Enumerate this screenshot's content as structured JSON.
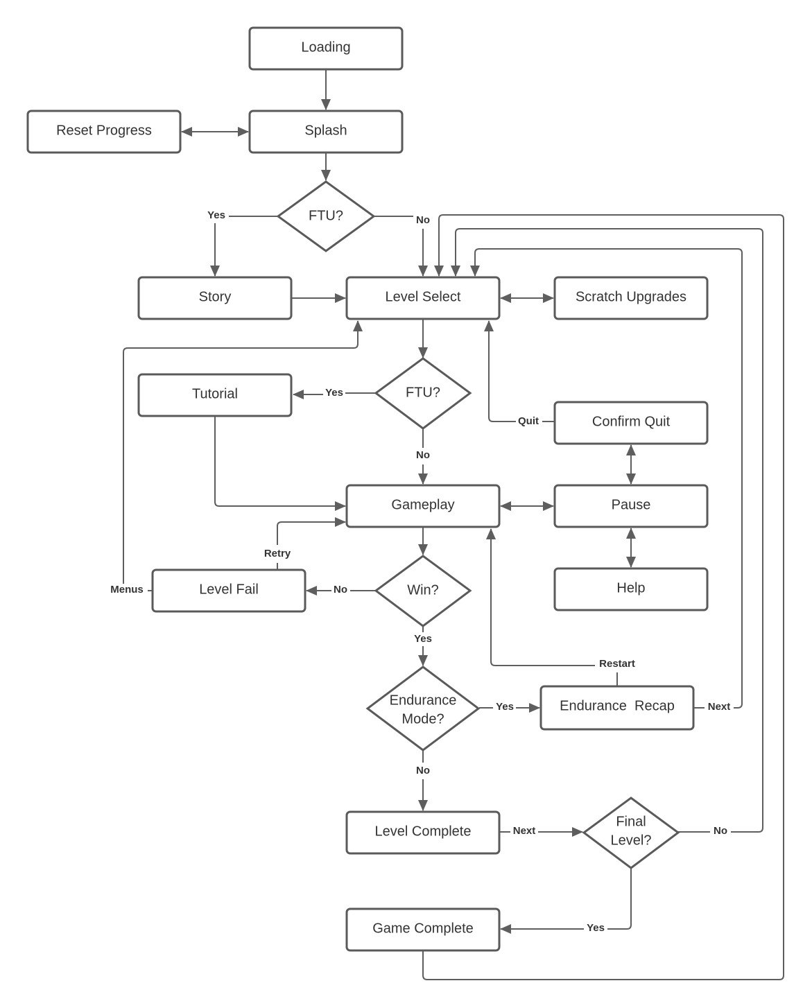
{
  "diagram": {
    "type": "flowchart",
    "nodes": [
      {
        "id": "loading",
        "label": "Loading",
        "shape": "rect"
      },
      {
        "id": "splash",
        "label": "Splash",
        "shape": "rect"
      },
      {
        "id": "reset",
        "label": "Reset Progress",
        "shape": "rect"
      },
      {
        "id": "ftu1",
        "label": "FTU?",
        "shape": "diamond"
      },
      {
        "id": "story",
        "label": "Story",
        "shape": "rect"
      },
      {
        "id": "levelselect",
        "label": "Level Select",
        "shape": "rect"
      },
      {
        "id": "scratch",
        "label": "Scratch Upgrades",
        "shape": "rect"
      },
      {
        "id": "ftu2",
        "label": "FTU?",
        "shape": "diamond"
      },
      {
        "id": "tutorial",
        "label": "Tutorial",
        "shape": "rect"
      },
      {
        "id": "confirmquit",
        "label": "Confirm Quit",
        "shape": "rect"
      },
      {
        "id": "gameplay",
        "label": "Gameplay",
        "shape": "rect"
      },
      {
        "id": "pause",
        "label": "Pause",
        "shape": "rect"
      },
      {
        "id": "help",
        "label": "Help",
        "shape": "rect"
      },
      {
        "id": "levelfail",
        "label": "Level Fail",
        "shape": "rect"
      },
      {
        "id": "win",
        "label": "Win?",
        "shape": "diamond"
      },
      {
        "id": "endurance",
        "label": [
          "Endurance",
          "Mode?"
        ],
        "shape": "diamond"
      },
      {
        "id": "recap",
        "label": "Endurance  Recap",
        "shape": "rect"
      },
      {
        "id": "levelcomplete",
        "label": "Level Complete",
        "shape": "rect"
      },
      {
        "id": "finallevel",
        "label": [
          "Final",
          "Level?"
        ],
        "shape": "diamond"
      },
      {
        "id": "gamecomplete",
        "label": "Game Complete",
        "shape": "rect"
      }
    ],
    "edges": [
      {
        "from": "loading",
        "to": "splash",
        "label": ""
      },
      {
        "from": "splash",
        "to": "reset",
        "label": "",
        "bidirectional": true
      },
      {
        "from": "splash",
        "to": "ftu1",
        "label": ""
      },
      {
        "from": "ftu1",
        "to": "story",
        "label": "Yes"
      },
      {
        "from": "ftu1",
        "to": "levelselect",
        "label": "No"
      },
      {
        "from": "story",
        "to": "levelselect",
        "label": ""
      },
      {
        "from": "levelselect",
        "to": "scratch",
        "label": "",
        "bidirectional": true
      },
      {
        "from": "levelselect",
        "to": "ftu2",
        "label": ""
      },
      {
        "from": "ftu2",
        "to": "tutorial",
        "label": "Yes"
      },
      {
        "from": "ftu2",
        "to": "gameplay",
        "label": "No"
      },
      {
        "from": "tutorial",
        "to": "gameplay",
        "label": ""
      },
      {
        "from": "confirmquit",
        "to": "levelselect",
        "label": "Quit"
      },
      {
        "from": "confirmquit",
        "to": "pause",
        "label": "",
        "bidirectional": true
      },
      {
        "from": "gameplay",
        "to": "pause",
        "label": "",
        "bidirectional": true
      },
      {
        "from": "pause",
        "to": "help",
        "label": "",
        "bidirectional": true
      },
      {
        "from": "gameplay",
        "to": "win",
        "label": ""
      },
      {
        "from": "win",
        "to": "levelfail",
        "label": "No"
      },
      {
        "from": "levelfail",
        "to": "gameplay",
        "label": "Retry"
      },
      {
        "from": "levelfail",
        "to": "levelselect",
        "label": "Menus"
      },
      {
        "from": "win",
        "to": "endurance",
        "label": "Yes"
      },
      {
        "from": "endurance",
        "to": "recap",
        "label": "Yes"
      },
      {
        "from": "recap",
        "to": "gameplay",
        "label": "Restart"
      },
      {
        "from": "recap",
        "to": "levelselect",
        "label": "Next"
      },
      {
        "from": "endurance",
        "to": "levelcomplete",
        "label": "No"
      },
      {
        "from": "levelcomplete",
        "to": "finallevel",
        "label": "Next"
      },
      {
        "from": "finallevel",
        "to": "levelselect",
        "label": "No"
      },
      {
        "from": "finallevel",
        "to": "gamecomplete",
        "label": "Yes"
      },
      {
        "from": "gamecomplete",
        "to": "levelselect",
        "label": ""
      }
    ]
  },
  "colors": {
    "stroke": "#5a5a5a",
    "text": "#333333",
    "background": "#ffffff"
  }
}
